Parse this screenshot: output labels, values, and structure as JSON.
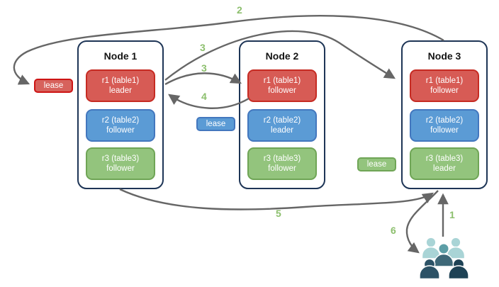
{
  "diagram": {
    "kind": "replication-leases-diagram",
    "nodes": [
      {
        "title": "Node 1",
        "replicas": [
          {
            "range": "r1 (table1)",
            "role": "leader",
            "color": "#d75b55"
          },
          {
            "range": "r2 (table2)",
            "role": "follower",
            "color": "#5b9bd5"
          },
          {
            "range": "r3 (table3)",
            "role": "follower",
            "color": "#93c47d"
          }
        ]
      },
      {
        "title": "Node 2",
        "replicas": [
          {
            "range": "r1 (table1)",
            "role": "follower",
            "color": "#d75b55"
          },
          {
            "range": "r2 (table2)",
            "role": "leader",
            "color": "#5b9bd5"
          },
          {
            "range": "r3 (table3)",
            "role": "follower",
            "color": "#93c47d"
          }
        ]
      },
      {
        "title": "Node 3",
        "replicas": [
          {
            "range": "r1 (table1)",
            "role": "follower",
            "color": "#d75b55"
          },
          {
            "range": "r2 (table2)",
            "role": "follower",
            "color": "#5b9bd5"
          },
          {
            "range": "r3 (table3)",
            "role": "leader",
            "color": "#93c47d"
          }
        ]
      }
    ],
    "leases": [
      {
        "label": "lease",
        "color": "#d7625c",
        "near": "Node 1"
      },
      {
        "label": "lease",
        "color": "#5b9bd5",
        "near": "Node 2"
      },
      {
        "label": "lease",
        "color": "#93c47d",
        "near": "Node 3"
      }
    ],
    "steps": {
      "1": "1",
      "2": "2",
      "3a": "3",
      "3b": "3",
      "4": "4",
      "5": "5",
      "6": "6"
    },
    "client": {
      "icon": "users-group-icon"
    },
    "colors": {
      "node_border": "#1e3556",
      "arrow": "#666666",
      "step_label": "#8cbf6d",
      "replica_red": "#d75b55",
      "replica_blue": "#5b9bd5",
      "replica_green": "#93c47d",
      "client_light_teal": "#a9d4d6",
      "client_mid_teal": "#5c9ea6",
      "client_dark_slate": "#2c5266",
      "client_dark_navy": "#1e4255"
    }
  }
}
